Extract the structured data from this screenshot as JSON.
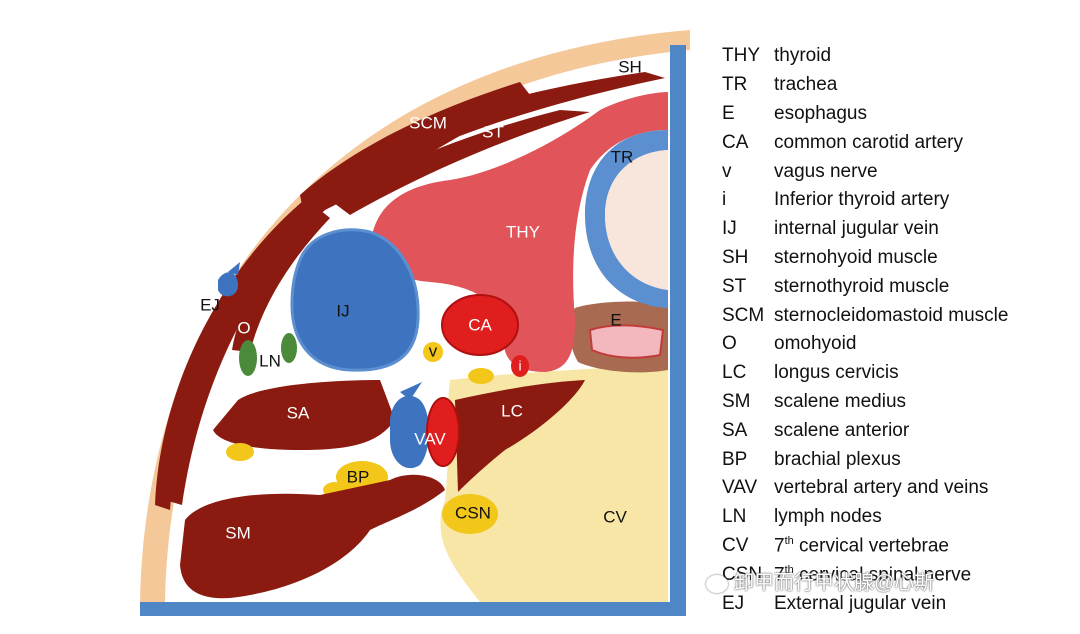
{
  "diagram": {
    "labels": {
      "sh": "SH",
      "scm": "SCM",
      "st": "ST",
      "tr": "TR",
      "thy": "THY",
      "ej": "EJ",
      "o": "O",
      "ij": "IJ",
      "ca": "CA",
      "e": "E",
      "ln": "LN",
      "v": "v",
      "i": "i",
      "sa": "SA",
      "lc": "LC",
      "vav": "VAV",
      "bp": "BP",
      "csn": "CSN",
      "cv": "CV",
      "sm": "SM"
    },
    "colors": {
      "skin": "#f5c89a",
      "muscle": "#8b1a10",
      "gland": "#e0545a",
      "vein": "#3d73bf",
      "artery": "#e01e1e",
      "nerve": "#f2c71a",
      "bone": "#f7e6a6",
      "trachea_ring": "#5b8fd0",
      "lymph": "#4a8a3a",
      "esophagus": "#a86a50",
      "border": "#4f86c6"
    }
  },
  "legend": [
    {
      "abbr": "THY",
      "desc": "thyroid"
    },
    {
      "abbr": "TR",
      "desc": "trachea"
    },
    {
      "abbr": "E",
      "desc": "esophagus"
    },
    {
      "abbr": "CA",
      "desc": "common carotid artery"
    },
    {
      "abbr": "v",
      "desc": "vagus nerve"
    },
    {
      "abbr": "i",
      "desc": "Inferior thyroid artery"
    },
    {
      "abbr": "IJ",
      "desc": "internal jugular vein"
    },
    {
      "abbr": "SH",
      "desc": "sternohyoid muscle"
    },
    {
      "abbr": "ST",
      "desc": "sternothyroid muscle"
    },
    {
      "abbr": "SCM",
      "desc": "sternocleidomastoid muscle"
    },
    {
      "abbr": "O",
      "desc": "omohyoid"
    },
    {
      "abbr": "LC",
      "desc": "longus cervicis"
    },
    {
      "abbr": "SM",
      "desc": "scalene medius"
    },
    {
      "abbr": "SA",
      "desc": "scalene anterior"
    },
    {
      "abbr": "BP",
      "desc": "brachial plexus"
    },
    {
      "abbr": "VAV",
      "desc": "vertebral artery and veins"
    },
    {
      "abbr": "LN",
      "desc": "lymph nodes"
    },
    {
      "abbr": "CV",
      "desc_pre": "7",
      "desc_sup": "th",
      "desc_post": " cervical vertebrae"
    },
    {
      "abbr": "CSN",
      "desc_pre": "7",
      "desc_sup": "th",
      "desc_post": " cervical spinal nerve"
    },
    {
      "abbr": "EJ",
      "desc": "External jugular vein"
    }
  ],
  "watermark": {
    "text": "卸甲而行甲状腺@心斯"
  }
}
